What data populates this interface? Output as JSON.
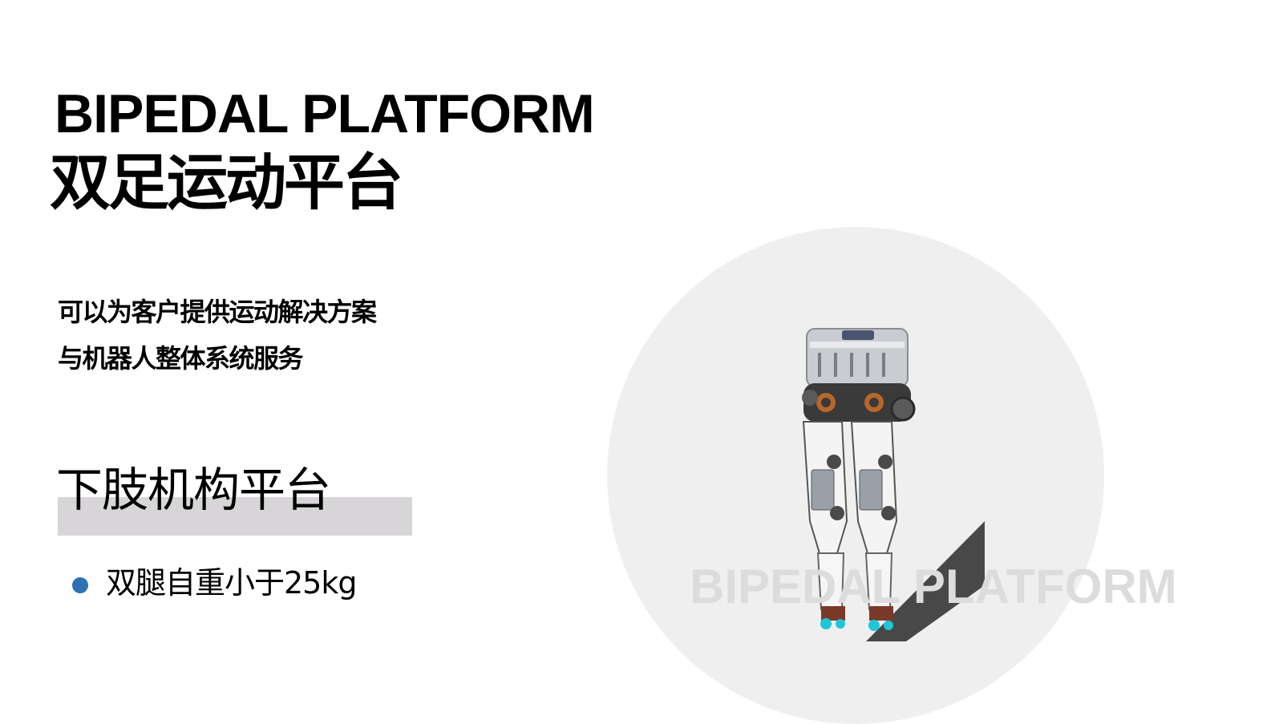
{
  "title_en": "BIPEDAL PLATFORM",
  "title_cn": "双足运动平台",
  "description": [
    "可以为客户提供运动解决方案",
    "与机器人整体系统服务"
  ],
  "section": {
    "title": "下肢机构平台",
    "bullets": [
      "双腿自重小于25kg"
    ]
  },
  "watermark": "BIPEDAL PLATFORM",
  "colors": {
    "bullet": "#2f70b5",
    "section_bar": "#d7d5d7",
    "circle": "#efefef",
    "watermark": "#dcdcdc"
  }
}
